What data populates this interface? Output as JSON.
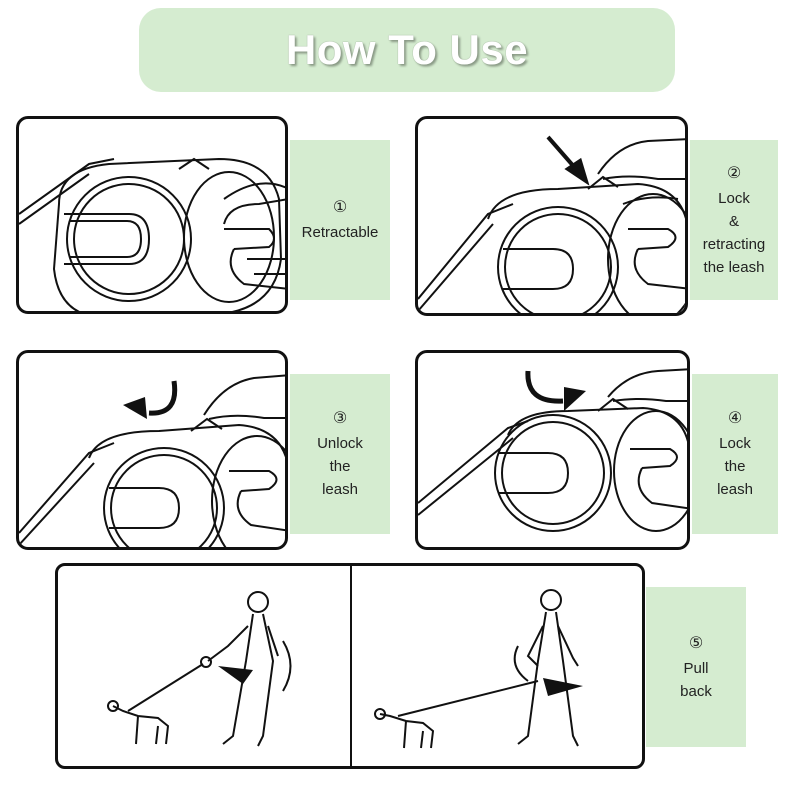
{
  "header": {
    "title": "How To Use"
  },
  "steps": [
    {
      "num": "①",
      "lines": [
        "Retractable"
      ]
    },
    {
      "num": "②",
      "lines": [
        "Lock",
        "&",
        "retracting",
        "the leash"
      ]
    },
    {
      "num": "③",
      "lines": [
        "Unlock",
        "the",
        "leash"
      ]
    },
    {
      "num": "④",
      "lines": [
        "Lock",
        "the",
        "leash"
      ]
    },
    {
      "num": "⑤",
      "lines": [
        "Pull",
        "back"
      ]
    }
  ],
  "colors": {
    "banner": "#d5ecd0",
    "outline": "#111111",
    "title_text": "#ffffff"
  },
  "icons": {
    "step1": "leash-handle-drawing",
    "step2": "press-button-arrow-icon",
    "step3": "counterclockwise-arrow-icon",
    "step4": "clockwise-arrow-icon",
    "step5": "person-walking-dog-drawing"
  }
}
